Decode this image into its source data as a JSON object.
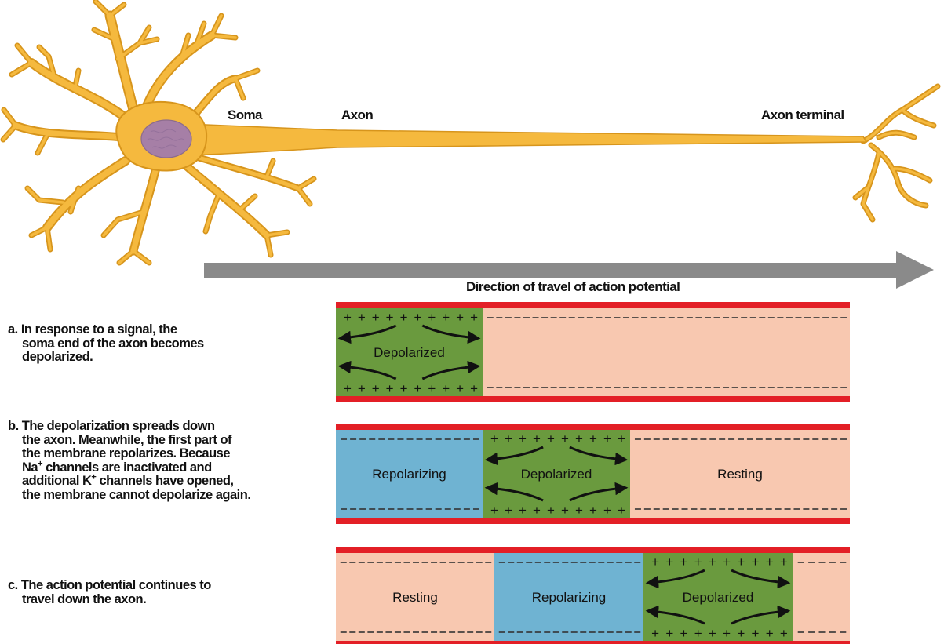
{
  "neuron": {
    "labels": {
      "soma": "Soma",
      "axon": "Axon",
      "axon_terminal": "Axon terminal"
    }
  },
  "direction": {
    "caption": "Direction of travel of action potential"
  },
  "colors": {
    "membrane": "#e31f26",
    "resting": "#f8c8b0",
    "depolarized": "#6a9a3e",
    "repolarizing": "#6fb3d2",
    "neuron_fill": "#f5b93e",
    "neuron_outline": "#d7951c",
    "nucleus": "#a67fa6",
    "direction_arrow": "#8a8a8a"
  },
  "steps": [
    {
      "lines": [
        "a. In response to a signal, the",
        "soma end of the axon becomes",
        "depolarized."
      ],
      "segments": [
        {
          "label": "Depolarized",
          "state": "depolarized"
        },
        {
          "label": "",
          "state": "resting"
        }
      ]
    },
    {
      "lines": [
        "b. The depolarization spreads down",
        "the axon. Meanwhile, the first part of",
        "the membrane repolarizes. Because",
        "Na+ channels are inactivated and",
        "additional K+ channels have opened,",
        "the membrane cannot depolarize again."
      ],
      "segments": [
        {
          "label": "Repolarizing",
          "state": "repolarizing"
        },
        {
          "label": "Depolarized",
          "state": "depolarized"
        },
        {
          "label": "Resting",
          "state": "resting"
        }
      ]
    },
    {
      "lines": [
        "c. The action potential continues to",
        "travel down the axon."
      ],
      "segments": [
        {
          "label": "Resting",
          "state": "resting"
        },
        {
          "label": "Repolarizing",
          "state": "repolarizing"
        },
        {
          "label": "Depolarized",
          "state": "depolarized"
        },
        {
          "label": "",
          "state": "resting"
        }
      ]
    }
  ]
}
